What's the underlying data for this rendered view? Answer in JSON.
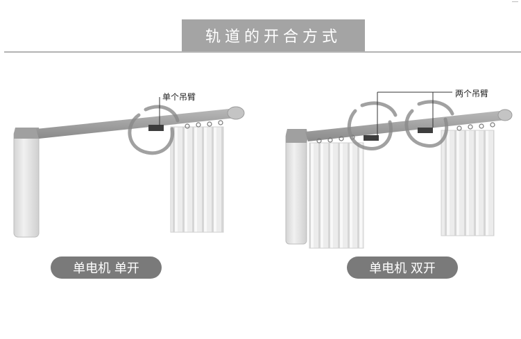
{
  "header": {
    "title": "轨道的开合方式"
  },
  "panels": [
    {
      "callout": "单个吊臂",
      "label": "单电机 单开"
    },
    {
      "callout": "两个吊臂",
      "label": "单电机 双开"
    }
  ],
  "colors": {
    "title_bg": "#a4a4a4",
    "pill_bg": "#7a7a7a",
    "rail": "#9a9a9a",
    "motor": "#e3e3e3",
    "curtain": "#ececec",
    "swirl": "#8a8a8a"
  }
}
